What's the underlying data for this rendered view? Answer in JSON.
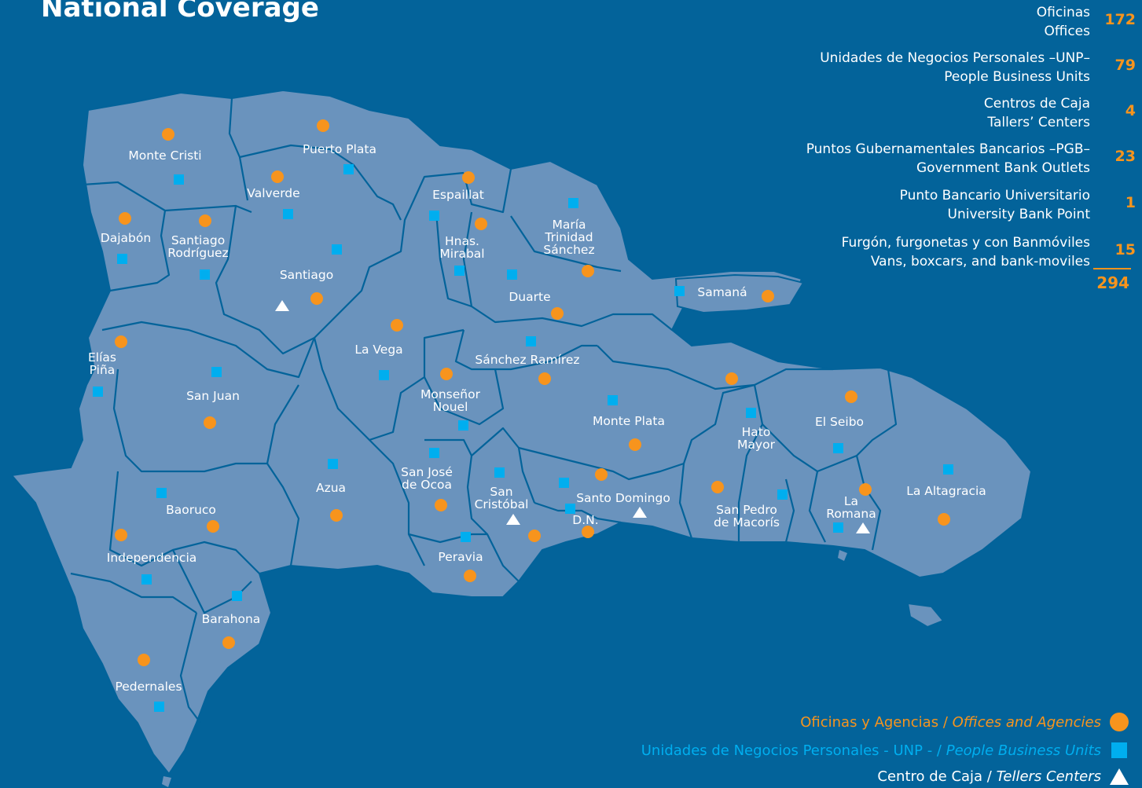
{
  "title": "National Coverage",
  "stats": [
    {
      "label_es": "Oficinas",
      "label_en": "Offices",
      "value": "172"
    },
    {
      "label_es": "Unidades de Negocios Personales –UNP–",
      "label_en": "People Business Units",
      "value": "79"
    },
    {
      "label_es": "Centros de Caja",
      "label_en": "Tallers’ Centers",
      "value": "4"
    },
    {
      "label_es": "Puntos Gubernamentales Bancarios –PGB–",
      "label_en": "Government Bank Outlets",
      "value": "23"
    },
    {
      "label_es": "Punto Bancario Universitario",
      "label_en": "University Bank Point",
      "value": "1"
    },
    {
      "label_es": "Furgón, furgonetas y con Banmóviles",
      "label_en": "Vans, boxcars, and bank-moviles",
      "value": "15"
    }
  ],
  "total": "294",
  "legend": [
    {
      "es": "Oficinas y Agencias / ",
      "en": "Offices and Agencies",
      "symbol": "orange-circle",
      "color": "#f7941d"
    },
    {
      "es": "Unidades de Negocios Personales - UNP - / ",
      "en": "People Business Units",
      "symbol": "blue-square",
      "color": "#00aeef"
    },
    {
      "es": "Centro de Caja / ",
      "en": "Tellers Centers",
      "symbol": "white-triangle",
      "color": "#ffffff"
    }
  ],
  "colors": {
    "background": "#03639a",
    "land": "#6a93bd",
    "border": "#03639a",
    "office": "#f7941d",
    "unp": "#00aeef",
    "tellers": "#ffffff"
  },
  "provinces": [
    {
      "name": "Monte Cristi",
      "lines": [
        "Monte Cristi"
      ]
    },
    {
      "name": "Puerto Plata",
      "lines": [
        "Puerto Plata"
      ]
    },
    {
      "name": "Valverde",
      "lines": [
        "Valverde"
      ]
    },
    {
      "name": "Espaillat",
      "lines": [
        "Espaillat"
      ]
    },
    {
      "name": "María Trinidad Sánchez",
      "lines": [
        "María",
        "Trinidad",
        "Sánchez"
      ]
    },
    {
      "name": "Dajabón",
      "lines": [
        "Dajabón"
      ]
    },
    {
      "name": "Santiago Rodríguez",
      "lines": [
        "Santiago",
        "Rodríguez"
      ]
    },
    {
      "name": "Hnas. Mirabal",
      "lines": [
        "Hnas.",
        "Mirabal"
      ]
    },
    {
      "name": "Santiago",
      "lines": [
        "Santiago"
      ]
    },
    {
      "name": "Duarte",
      "lines": [
        "Duarte"
      ]
    },
    {
      "name": "Samaná",
      "lines": [
        "Samaná"
      ]
    },
    {
      "name": "La Vega",
      "lines": [
        "La Vega"
      ]
    },
    {
      "name": "Sánchez Ramírez",
      "lines": [
        "Sánchez Ramírez"
      ]
    },
    {
      "name": "Elías Piña",
      "lines": [
        "Elías",
        "Piña"
      ]
    },
    {
      "name": "San Juan",
      "lines": [
        "San Juan"
      ]
    },
    {
      "name": "Monseñor Nouel",
      "lines": [
        "Monseñor",
        "Nouel"
      ]
    },
    {
      "name": "Monte Plata",
      "lines": [
        "Monte Plata"
      ]
    },
    {
      "name": "El Seibo",
      "lines": [
        "El Seibo"
      ]
    },
    {
      "name": "Hato Mayor",
      "lines": [
        "Hato",
        "Mayor"
      ]
    },
    {
      "name": "San José de Ocoa",
      "lines": [
        "San José",
        "de Ocoa"
      ]
    },
    {
      "name": "Azua",
      "lines": [
        "Azua"
      ]
    },
    {
      "name": "La Altagracia",
      "lines": [
        "La Altagracia"
      ]
    },
    {
      "name": "San Cristóbal",
      "lines": [
        "San",
        "Cristóbal"
      ]
    },
    {
      "name": "Santo Domingo",
      "lines": [
        "Santo Domingo"
      ]
    },
    {
      "name": "La Romana",
      "lines": [
        "La",
        "Romana"
      ]
    },
    {
      "name": "Baoruco",
      "lines": [
        "Baoruco"
      ]
    },
    {
      "name": "San Pedro de Macorís",
      "lines": [
        "San Pedro",
        "de Macorís"
      ]
    },
    {
      "name": "D.N.",
      "lines": [
        "D.N."
      ]
    },
    {
      "name": "Independencia",
      "lines": [
        "Independencia"
      ]
    },
    {
      "name": "Peravia",
      "lines": [
        "Peravia"
      ]
    },
    {
      "name": "Barahona",
      "lines": [
        "Barahona"
      ]
    },
    {
      "name": "Pedernales",
      "lines": [
        "Pedernales"
      ]
    }
  ]
}
